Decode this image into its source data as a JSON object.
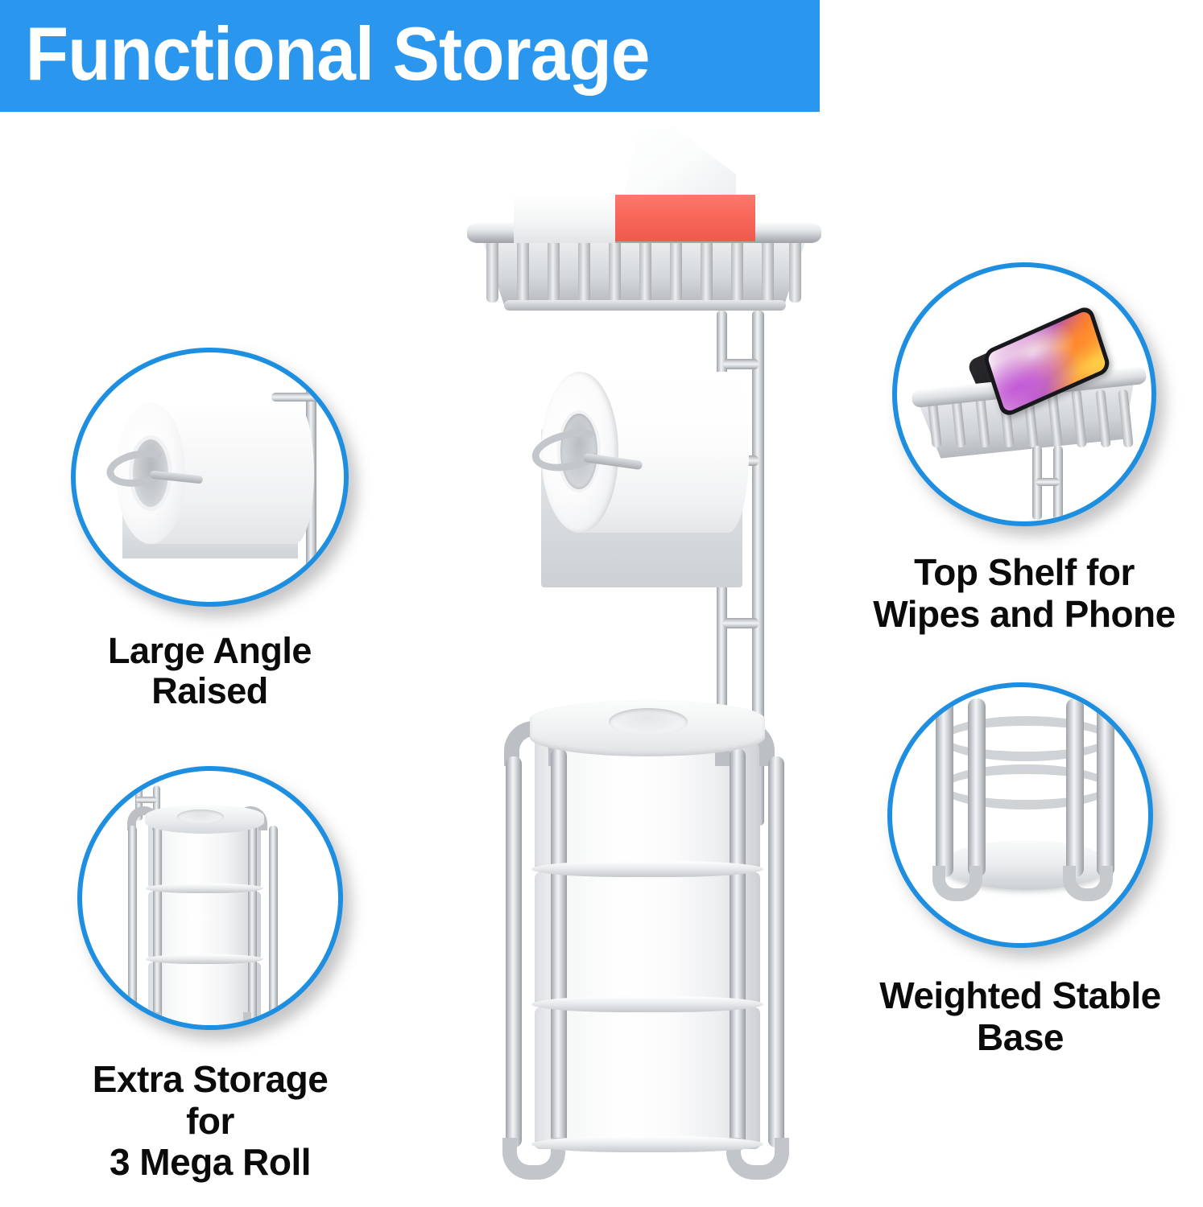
{
  "banner": {
    "title": "Functional Storage",
    "bg_color": "#2a96ed",
    "text_color": "#ffffff"
  },
  "theme": {
    "accent_blue": "#1e8fe0",
    "metal_silver": "#c3c7cb",
    "tissue_red": "#f8675a",
    "caption_color": "#0b0b0b",
    "background": "#ffffff"
  },
  "callouts": [
    {
      "id": "large-angle-raised",
      "position": "top-left",
      "caption": "Large Angle Raised",
      "scene": "toilet-paper-roll-on-raised-arm"
    },
    {
      "id": "top-shelf-wipes-phone",
      "position": "top-right",
      "caption": "Top Shelf for\nWipes and Phone",
      "scene": "wire-shelf-with-smartphone"
    },
    {
      "id": "extra-storage-3-mega-roll",
      "position": "bottom-left",
      "caption": "Extra Storage for\n3 Mega Roll",
      "scene": "cage-holding-three-stacked-rolls"
    },
    {
      "id": "weighted-stable-base",
      "position": "bottom-right",
      "caption": "Weighted Stable\nBase",
      "scene": "round-weighted-base-with-feet"
    }
  ],
  "product": {
    "name": "free-standing-toilet-paper-holder-stand",
    "parts": [
      "top-wire-basket-shelf",
      "tissue-box",
      "toilet-paper-roll-arm",
      "twin-rail-center-pole",
      "three-roll-storage-cage",
      "weighted-base-with-rounded-feet"
    ],
    "tissue_box": {
      "label": "tissue-box",
      "body_color_left": "#ffffff",
      "body_color_right": "#f8675a",
      "sheet": "pulled-tissue-sheet"
    },
    "roll_count_in_cage": 3
  }
}
